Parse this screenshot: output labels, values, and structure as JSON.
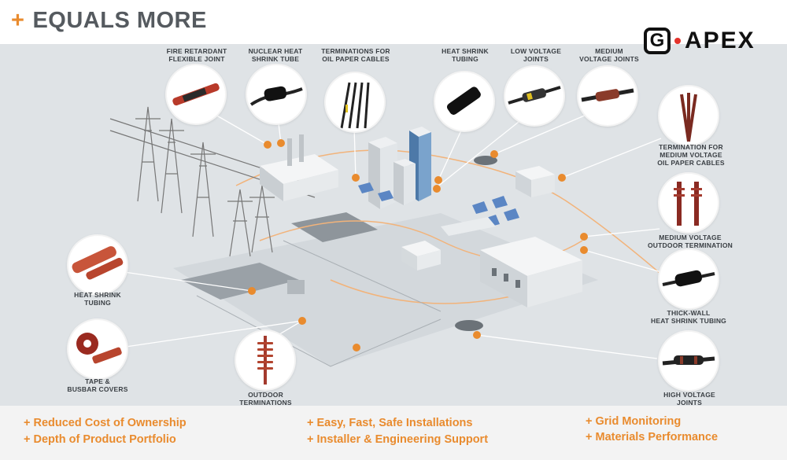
{
  "header": {
    "plus": "+",
    "title": "EQUALS MORE",
    "brand_letter": "G",
    "brand_word": "APEX"
  },
  "colors": {
    "accent": "#e98b2e",
    "title": "#555a5f",
    "scene_background": "#dfe3e6",
    "footer_background": "#f3f3f3",
    "brand_dot": "#e4332c"
  },
  "products": [
    {
      "label": "FIRE RETARDANT\nFLEXIBLE JOINT",
      "icon": "flexible-joint-icon"
    },
    {
      "label": "NUCLEAR HEAT\nSHRINK TUBE",
      "icon": "shrink-tube-icon"
    },
    {
      "label": "TERMINATIONS FOR\nOIL PAPER CABLES",
      "icon": "cable-termination-icon"
    },
    {
      "label": "HEAT SHRINK\nTUBING",
      "icon": "tubing-icon"
    },
    {
      "label": "LOW VOLTAGE\nJOINTS",
      "icon": "lv-joint-icon"
    },
    {
      "label": "MEDIUM\nVOLTAGE JOINTS",
      "icon": "mv-joint-icon"
    },
    {
      "label": "TERMINATION FOR\nMEDIUM VOLTAGE\nOIL PAPER CABLES",
      "icon": "mv-oil-termination-icon"
    },
    {
      "label": "MEDIUM VOLTAGE\nOUTDOOR TERMINATION",
      "icon": "outdoor-termination-icon"
    },
    {
      "label": "THICK-WALL\nHEAT SHRINK TUBING",
      "icon": "thick-wall-tubing-icon"
    },
    {
      "label": "HIGH VOLTAGE\nJOINTS",
      "icon": "hv-joint-icon"
    },
    {
      "label": "OUTDOOR\nTERMINATIONS",
      "icon": "insulator-icon"
    },
    {
      "label": "HEAT SHRINK\nTUBING",
      "icon": "red-tubing-icon"
    },
    {
      "label": "TAPE &\nBUSBAR COVERS",
      "icon": "tape-roll-icon"
    }
  ],
  "benefits": [
    "+ Reduced Cost of Ownership",
    "+ Depth of Product Portfolio",
    "+ Easy, Fast, Safe Installations",
    "+ Installer & Engineering Support",
    "+ Grid Monitoring",
    "+ Materials Performance"
  ]
}
